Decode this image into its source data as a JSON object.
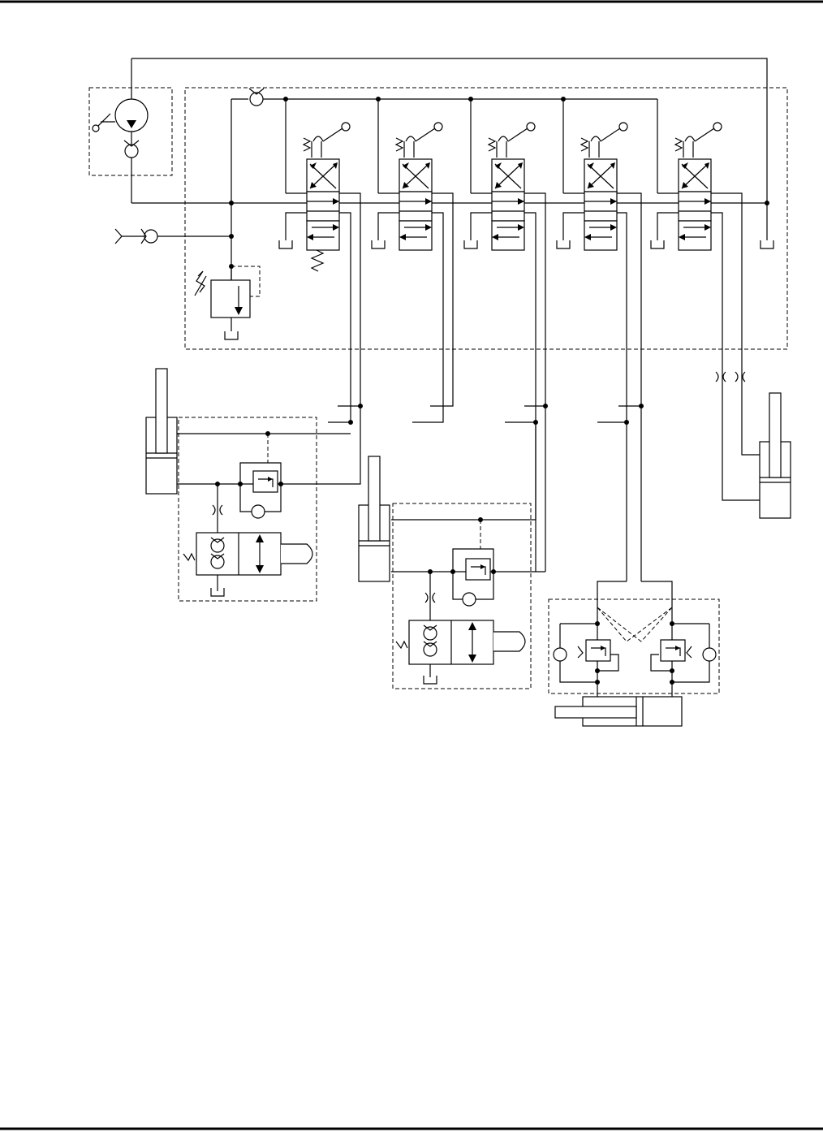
{
  "page": {
    "type": "hydraulic-schematic",
    "text": []
  },
  "components": {
    "pump": "hydraulic-pump",
    "relief_valve": "pressure-relief-valve",
    "spool_valves": [
      "control-valve-spool-1",
      "control-valve-spool-2",
      "control-valve-spool-3",
      "control-valve-spool-4",
      "control-valve-spool-5"
    ],
    "cylinders": [
      "cylinder-1",
      "cylinder-2",
      "cylinder-3",
      "cylinder-4"
    ],
    "lock_valves": [
      "lock-valve-block-1",
      "lock-valve-block-2"
    ],
    "counterbalance": "counterbalance-valve-block"
  },
  "colors": {
    "line": "#000000",
    "background": "#ffffff"
  }
}
